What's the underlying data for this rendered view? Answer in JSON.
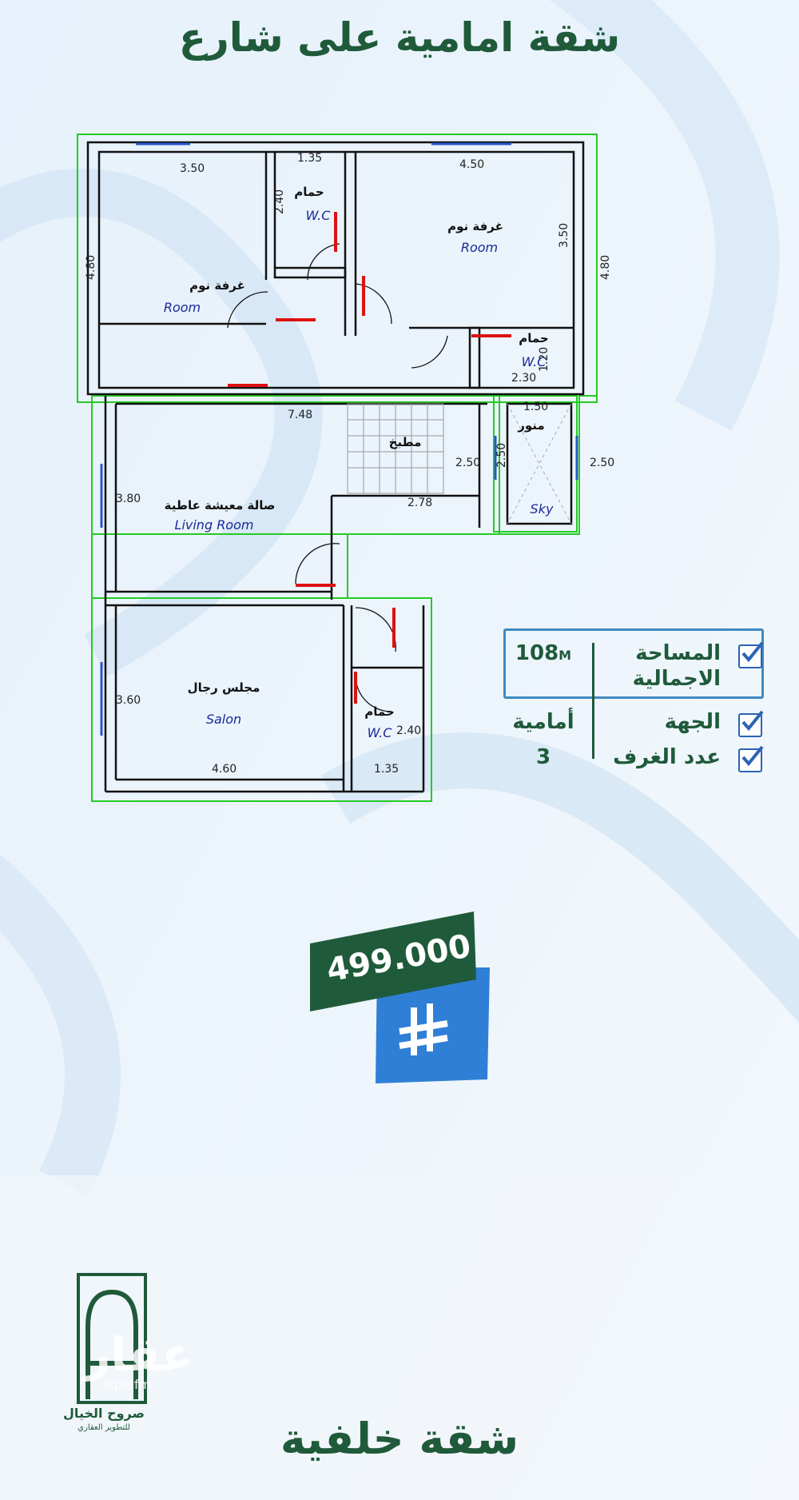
{
  "title_top": "شقة امامية على شارع",
  "title_bottom": "شقة خلفية",
  "plan": {
    "dimensions": [
      "3.50",
      "1.35",
      "4.50",
      "2.40",
      "4.80",
      "3.50",
      "4.80",
      "1.20",
      "2.30",
      "7.48",
      "1.50",
      "2.50",
      "2.50",
      "2.50",
      "3.80",
      "2.78",
      "3.60",
      "4.60",
      "1.35",
      "2.40"
    ],
    "rooms": {
      "bedroom1_ar": "غرفة نوم",
      "bedroom1_en": "Room",
      "bedroom2_ar": "غرفة نوم",
      "bedroom2_en": "Room",
      "wc1_ar": "حمام",
      "wc1_en": "W.C",
      "wc2_ar": "حمام",
      "wc2_en": "W.C",
      "wc3_ar": "حمام",
      "wc3_en": "W.C",
      "kitchen_ar": "مطبخ",
      "shaft_ar": "منور",
      "shaft_en": "Sky",
      "living_ar": "صالة معيشة عاطية",
      "living_en": "Living Room",
      "salon_ar": "مجلس رجال",
      "salon_en": "Salon"
    }
  },
  "specs": {
    "area_label_1": "المساحة",
    "area_label_2": "الاجمالية",
    "area_value": "108",
    "area_unit": "M",
    "direction_label": "الجهة",
    "direction_value": "أمامية",
    "rooms_label": "عدد الغرف",
    "rooms_value": "3"
  },
  "price": {
    "amount": "499.000",
    "currency_icon": "saudi-riyal-icon"
  },
  "brand": {
    "name": "صروح الخيال",
    "subtitle": "للتطوير العقاري"
  },
  "watermark": {
    "text": "عقار",
    "url": "aqar.fm"
  },
  "colors": {
    "green": "#1f5a3a",
    "blue": "#2f7fd6",
    "plan_green": "#22cc22",
    "red": "#dd1111"
  }
}
